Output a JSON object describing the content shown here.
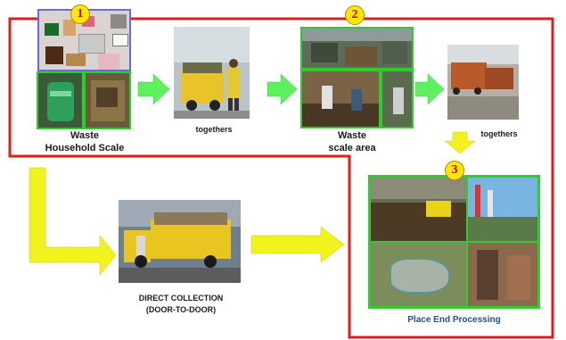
{
  "badges": [
    "1",
    "2",
    "3"
  ],
  "labels": {
    "waste_1": "Waste",
    "household_scale": "Household Scale",
    "togethers_1": "togethers",
    "waste_2": "Waste",
    "scale_area": "scale area",
    "togethers_2": "togethers",
    "direct_collection": "DIRECT COLLECTION",
    "door_to_door": "(DOOR-TO-DOOR)",
    "place_end_processing": "Place End Processing"
  },
  "colors": {
    "region_outline": "#e21b1b",
    "arrow_green": "#5df25d",
    "arrow_yellow": "#f2f21c",
    "photo_frame": "#2fcc2f",
    "badge_fill": "#ffe800",
    "title_blue": "#1f4e9a"
  }
}
